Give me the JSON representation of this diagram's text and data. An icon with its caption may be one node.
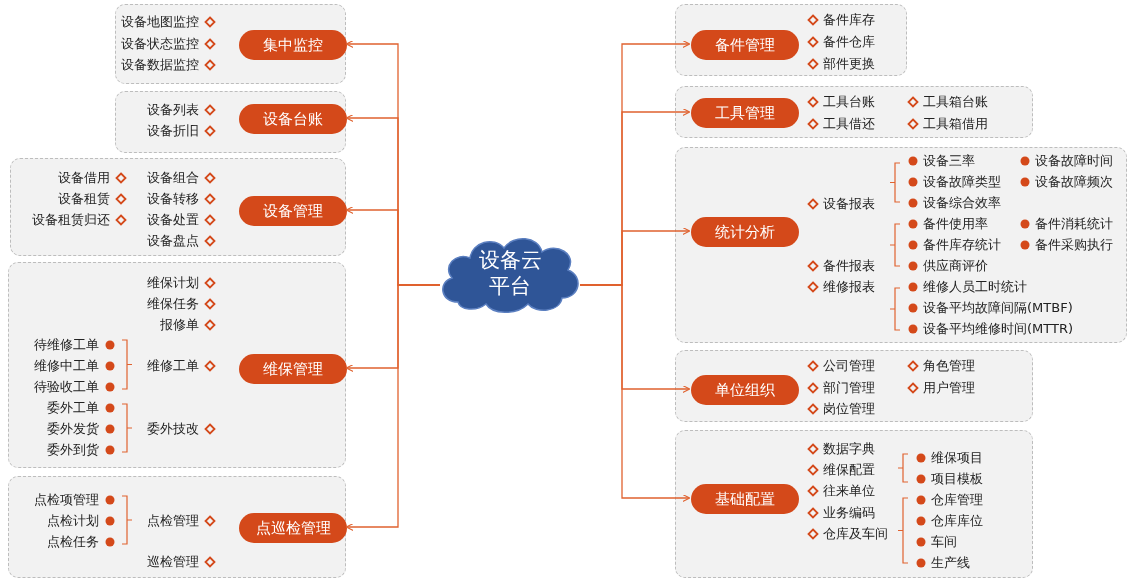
{
  "diagram": {
    "nodes": [
      {
        "text": [
          "设备云平台"
        ]
      },
      {
        "text": [
          "设备地图监控",
          "设备状态监控",
          "设备数据监控"
        ]
      },
      {
        "text": [
          "集中监控"
        ],
        "in": 1
      },
      {
        "text": [
          "设备列表",
          "设备折旧"
        ]
      },
      {
        "text": [
          "设备台账"
        ],
        "in": 3
      },
      {
        "text": [
          "设备借用",
          "设备组合",
          "设备租赁",
          "设备转移",
          "设备租赁归还",
          "设备处置",
          "设备盘点"
        ]
      },
      {
        "text": [
          "设备管理"
        ],
        "in": 5
      },
      {
        "text": [
          "维保计划",
          "维保任务",
          "报修单",
          "待维修工单",
          "维修中工单",
          "维修工单",
          "待验收工单",
          "委外工单",
          "委外发货",
          "委外技改",
          "委外到货"
        ]
      },
      {
        "text": [
          "维保管理"
        ],
        "in": 7
      },
      {
        "text": [
          "点检项管理",
          "点检计划",
          "点检管理",
          "点检任务",
          "巡检管理"
        ]
      },
      {
        "text": [
          "点巡检管理"
        ],
        "in": 9
      },
      {
        "text": [
          "备件库存",
          "备件仓库",
          "部件更换"
        ]
      },
      {
        "text": [
          "备件管理"
        ],
        "in": 11
      },
      {
        "text": [
          "工具台账",
          "工具箱台账",
          "工具借还",
          "工具箱借用"
        ]
      },
      {
        "text": [
          "工具管理"
        ],
        "in": 13
      },
      {
        "text": [
          "设备三率",
          "设备故障时间",
          "设备故障类型",
          "设备故障频次",
          "设备报表",
          "设备综合效率",
          "备件使用率",
          "备件消耗统计",
          "备件库存统计",
          "备件采购执行",
          "备件报表",
          "供应商评价",
          "维修报表",
          "维修人员工时统计",
          "设备平均故障间隔(MTBF)",
          "设备平均维修时间(MTTR)"
        ]
      },
      {
        "text": [
          "统计分析"
        ],
        "in": 15
      },
      {
        "text": [
          "公司管理",
          "角色管理",
          "部门管理",
          "用户管理",
          "岗位管理"
        ]
      },
      {
        "text": [
          "单位组织"
        ],
        "in": 17
      },
      {
        "text": [
          "数据字典",
          "维保项目",
          "维保配置",
          "项目模板",
          "往来单位",
          "仓库管理",
          "业务编码",
          "仓库库位",
          "仓库及车间",
          "车间",
          "生产线"
        ]
      },
      {
        "text": [
          "基础配置"
        ],
        "in": 19
      }
    ],
    "edges": [
      {
        "from": 0,
        "to": 2,
        "arrow": "to"
      },
      {
        "from": 0,
        "to": 4,
        "arrow": "to"
      },
      {
        "from": 0,
        "to": 6,
        "arrow": "to"
      },
      {
        "from": 0,
        "to": 8,
        "arrow": "to"
      },
      {
        "from": 0,
        "to": 10,
        "arrow": "to"
      },
      {
        "from": 0,
        "to": 12,
        "arrow": "to"
      },
      {
        "from": 0,
        "to": 14,
        "arrow": "to"
      },
      {
        "from": 0,
        "to": 16,
        "arrow": "to"
      },
      {
        "from": 0,
        "to": 18,
        "arrow": "to"
      },
      {
        "from": 0,
        "to": 20,
        "arrow": "to"
      }
    ]
  }
}
